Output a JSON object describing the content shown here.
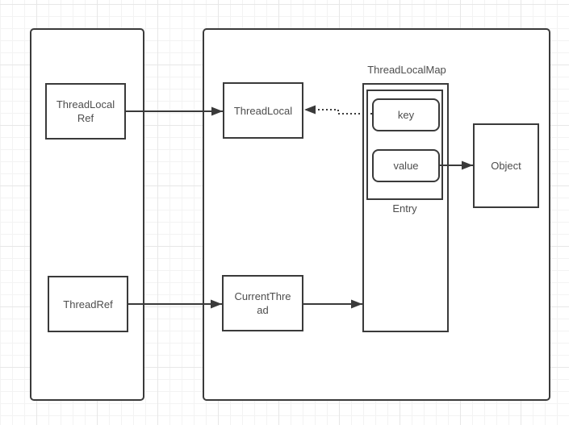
{
  "diagram": {
    "colors": {
      "stroke": "#3a3a3a",
      "text": "#4d4d4d",
      "canvas_background": "#ffffff",
      "grid_minor": "#f3f3f3",
      "grid_major": "#e7e7e7"
    },
    "left_group": {
      "thread_local_ref_label": "ThreadLocal\nRef",
      "thread_ref_label": "ThreadRef"
    },
    "right_group": {
      "thread_local_label": "ThreadLocal",
      "current_thread_label": "CurrentThre\nad",
      "map_title": "ThreadLocalMap",
      "entry_label": "Entry",
      "key_label": "key",
      "value_label": "value",
      "object_label": "Object"
    },
    "edges": [
      {
        "from": "ThreadLocalRef",
        "to": "ThreadLocal",
        "style": "solid"
      },
      {
        "from": "key",
        "to": "ThreadLocal",
        "style": "dotted"
      },
      {
        "from": "value",
        "to": "Object",
        "style": "solid"
      },
      {
        "from": "ThreadRef",
        "to": "CurrentThread",
        "style": "solid"
      },
      {
        "from": "CurrentThread",
        "to": "ThreadLocalMap",
        "style": "solid"
      }
    ]
  }
}
